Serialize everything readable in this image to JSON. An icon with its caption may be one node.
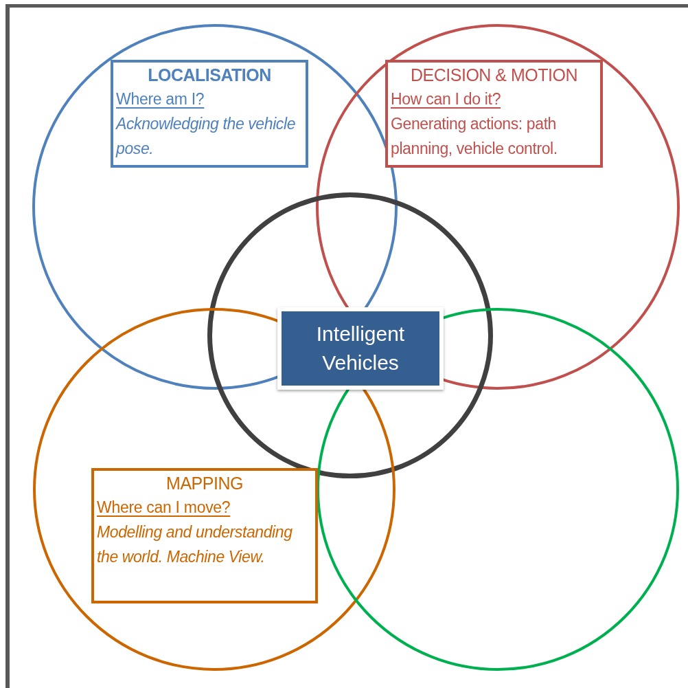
{
  "diagram": {
    "nodes": [
      {
        "text": [],
        "shape": "circle"
      },
      {
        "text": [],
        "shape": "circle"
      },
      {
        "text": [],
        "shape": "circle"
      },
      {
        "text": [],
        "shape": "circle"
      },
      {
        "text": [],
        "shape": "circle"
      },
      {
        "text": [
          "LOCALISATION",
          "Where am I?",
          "Acknowledging the vehicle pose."
        ],
        "in": 0
      },
      {
        "text": [
          "DECISION & MOTION",
          "How can I do it?",
          "Generating actions: path planning, vehicle control."
        ],
        "in": 1
      },
      {
        "text": [
          "Intelligent Vehicles"
        ],
        "in": 2
      },
      {
        "text": [
          "MAPPING",
          "Where can I move?",
          "Modelling and understanding the world. Machine View."
        ],
        "in": 3
      }
    ]
  }
}
